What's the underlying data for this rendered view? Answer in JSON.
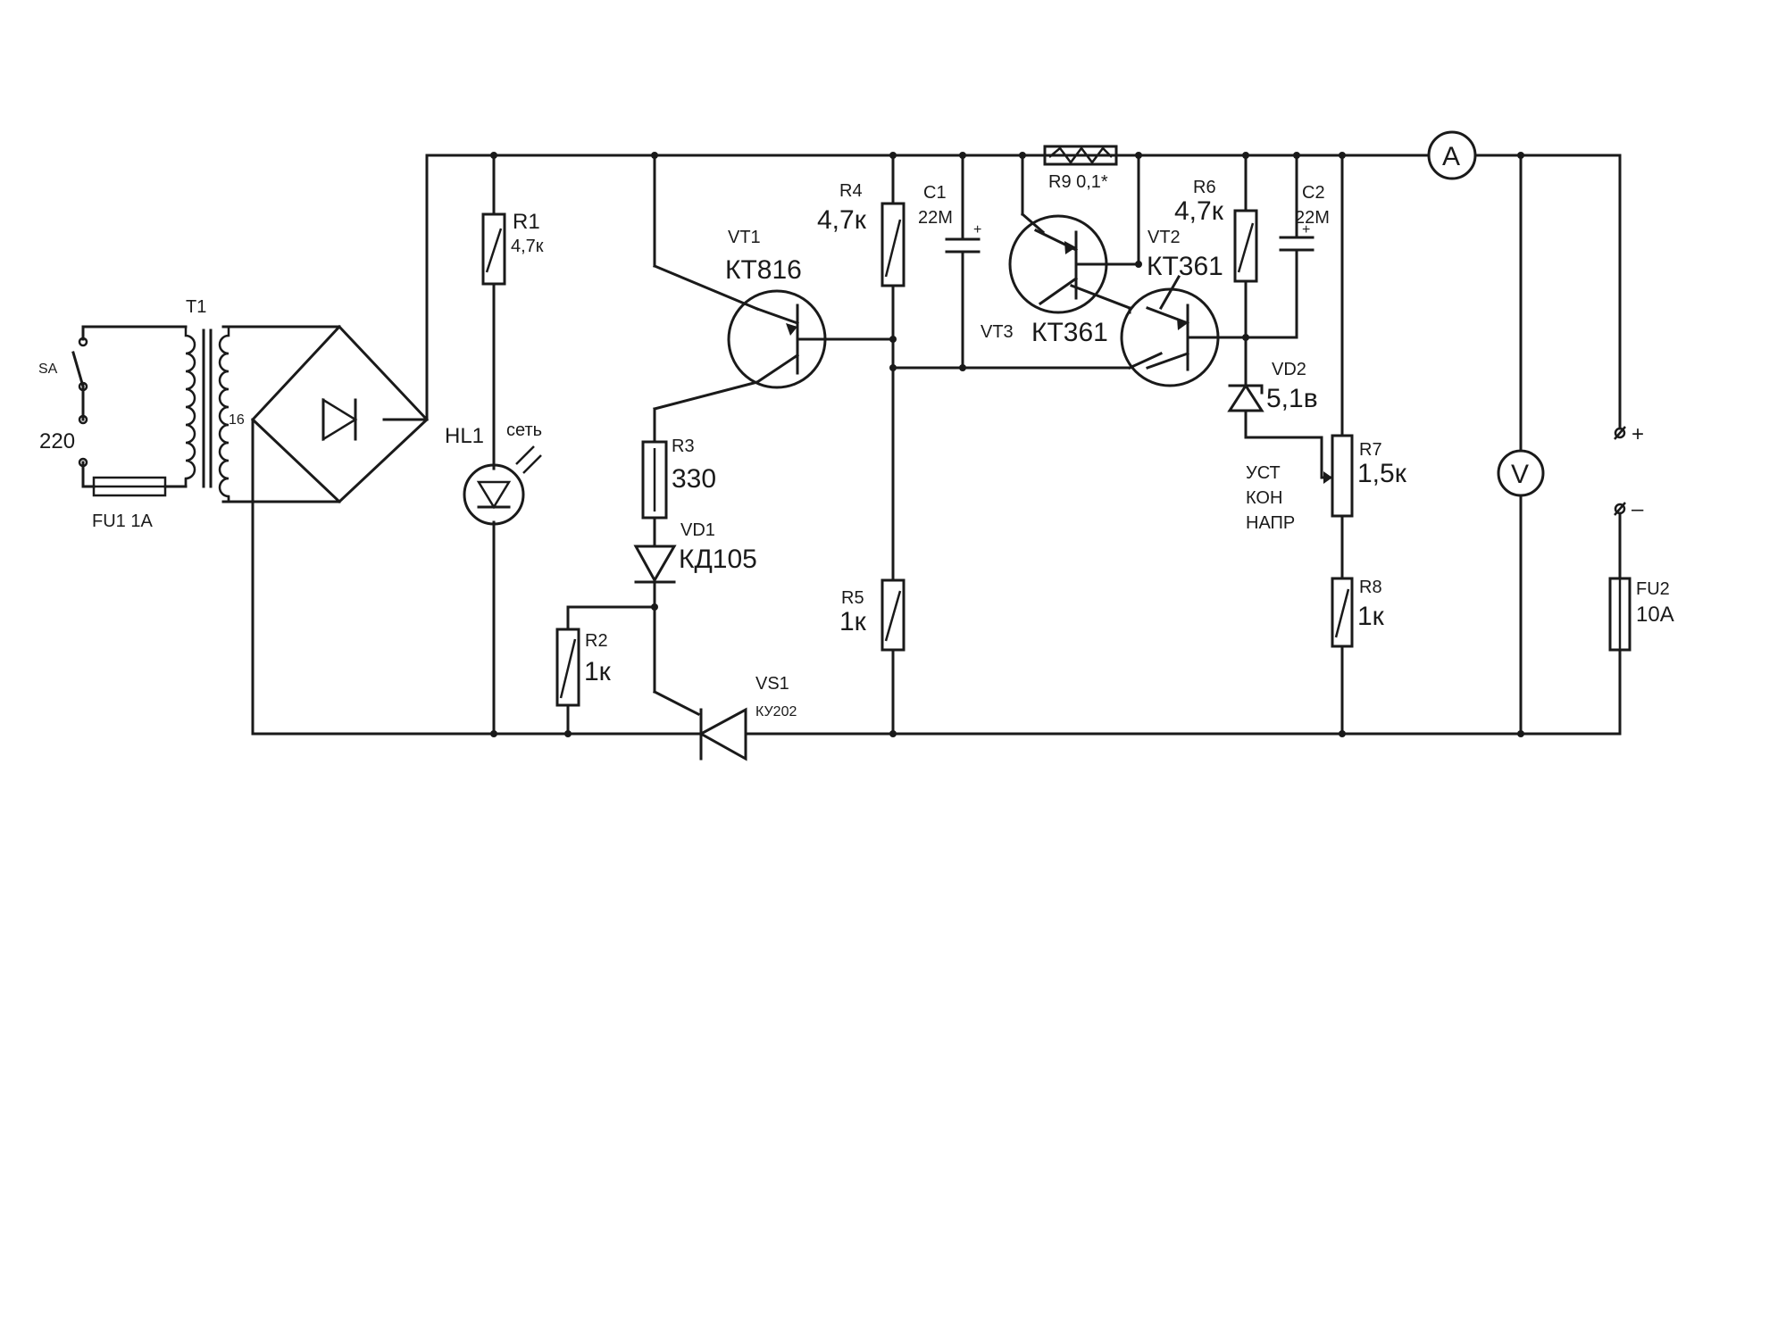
{
  "labels": {
    "sa": "SA",
    "v220": "220",
    "fu1": "FU1 1A",
    "t1": "T1",
    "t1_sec": "16",
    "hl1": "HL1",
    "hl1_note": "сеть",
    "r1_ref": "R1",
    "r1_val": "4,7к",
    "vt1_ref": "VT1",
    "vt1_type": "КТ816",
    "r3_ref": "R3",
    "r3_val": "330",
    "vd1_ref": "VD1",
    "vd1_type": "КД105",
    "r2_ref": "R2",
    "r2_val": "1к",
    "vs1_ref": "VS1",
    "vs1_type": "КУ202",
    "r4_ref": "R4",
    "r4_val": "4,7к",
    "r5_ref": "R5",
    "r5_val": "1к",
    "c1_ref": "C1",
    "c1_val": "22М",
    "r9": "R9 0,1*",
    "vt3_ref": "VT3",
    "vt3_type": "КТ361",
    "vt2_ref": "VT2",
    "vt2_type": "КТ361",
    "r6_ref": "R6",
    "r6_val": "4,7к",
    "c2_ref": "C2",
    "c2_val": "22М",
    "vd2_ref": "VD2",
    "vd2_val": "5,1в",
    "r7_ref": "R7",
    "r7_val": "1,5к",
    "r7_note_1": "УСТ",
    "r7_note_2": "КОН",
    "r7_note_3": "НАПР",
    "r8_ref": "R8",
    "r8_val": "1к",
    "ammeter": "A",
    "voltmeter": "V",
    "out_plus": "+",
    "out_minus": "–",
    "fu2_ref": "FU2",
    "fu2_val": "10A",
    "plus_c1": "+",
    "plus_c2": "+"
  }
}
